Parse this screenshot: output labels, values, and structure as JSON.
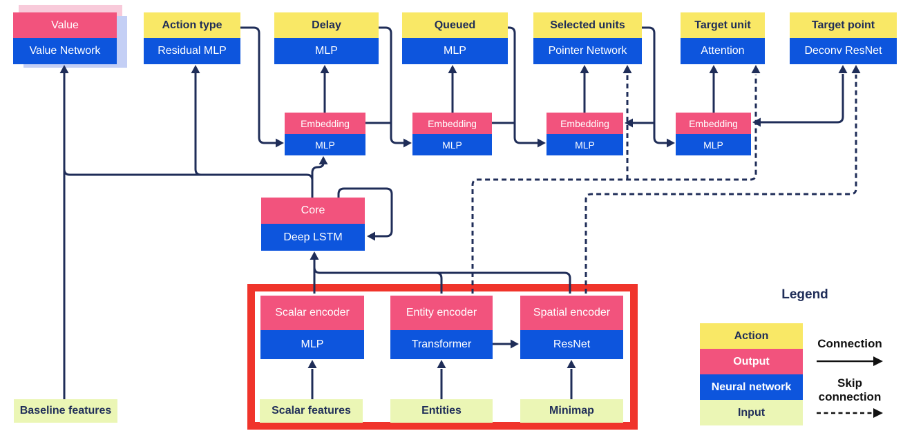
{
  "diagram": {
    "heads": [
      {
        "id": "value",
        "top": "Value",
        "bottom": "Value Network"
      },
      {
        "id": "action_type",
        "top": "Action type",
        "bottom": "Residual MLP"
      },
      {
        "id": "delay",
        "top": "Delay",
        "bottom": "MLP"
      },
      {
        "id": "queued",
        "top": "Queued",
        "bottom": "MLP"
      },
      {
        "id": "selected_units",
        "top": "Selected units",
        "bottom": "Pointer Network"
      },
      {
        "id": "target_unit",
        "top": "Target unit",
        "bottom": "Attention"
      },
      {
        "id": "target_point",
        "top": "Target point",
        "bottom": "Deconv ResNet"
      }
    ],
    "embeddings": [
      {
        "top": "Embedding",
        "bottom": "MLP"
      },
      {
        "top": "Embedding",
        "bottom": "MLP"
      },
      {
        "top": "Embedding",
        "bottom": "MLP"
      },
      {
        "top": "Embedding",
        "bottom": "MLP"
      }
    ],
    "core": {
      "top": "Core",
      "bottom": "Deep LSTM"
    },
    "encoders": [
      {
        "top": "Scalar encoder",
        "bottom": "MLP"
      },
      {
        "top": "Entity encoder",
        "bottom": "Transformer"
      },
      {
        "top": "Spatial encoder",
        "bottom": "ResNet"
      }
    ],
    "inputs": {
      "baseline": "Baseline features",
      "scalar": "Scalar features",
      "entities": "Entities",
      "minimap": "Minimap"
    }
  },
  "legend": {
    "title": "Legend",
    "items": [
      {
        "label": "Action",
        "color": "#f9e866"
      },
      {
        "label": "Output",
        "color": "#f2537d"
      },
      {
        "label": "Neural network",
        "color": "#0d55dd"
      },
      {
        "label": "Input",
        "color": "#ebf6b5"
      }
    ],
    "connection_label": "Connection",
    "skip_label": "Skip connection"
  },
  "colors": {
    "action_yellow": "#f9e866",
    "output_pink": "#f2537d",
    "network_blue": "#0d55dd",
    "input_green": "#ebf6b5",
    "wire_navy": "#1f2d58",
    "highlight_red": "#f0342b",
    "value_shadow_pink": "#f8cada",
    "value_shadow_blue": "#c4cff5"
  }
}
